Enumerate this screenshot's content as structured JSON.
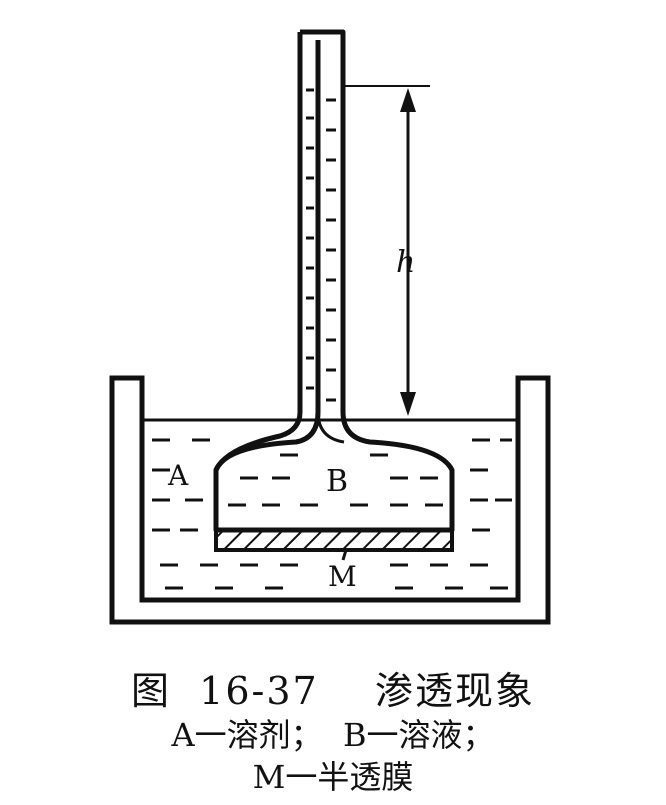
{
  "labels": {
    "A": "A",
    "B": "B",
    "M": "M",
    "h": "h"
  },
  "caption": {
    "title": "图  16-37    渗透现象",
    "legend_line1": "A一溶剂；  B一溶液；",
    "legend_line2": "M一半透膜"
  }
}
